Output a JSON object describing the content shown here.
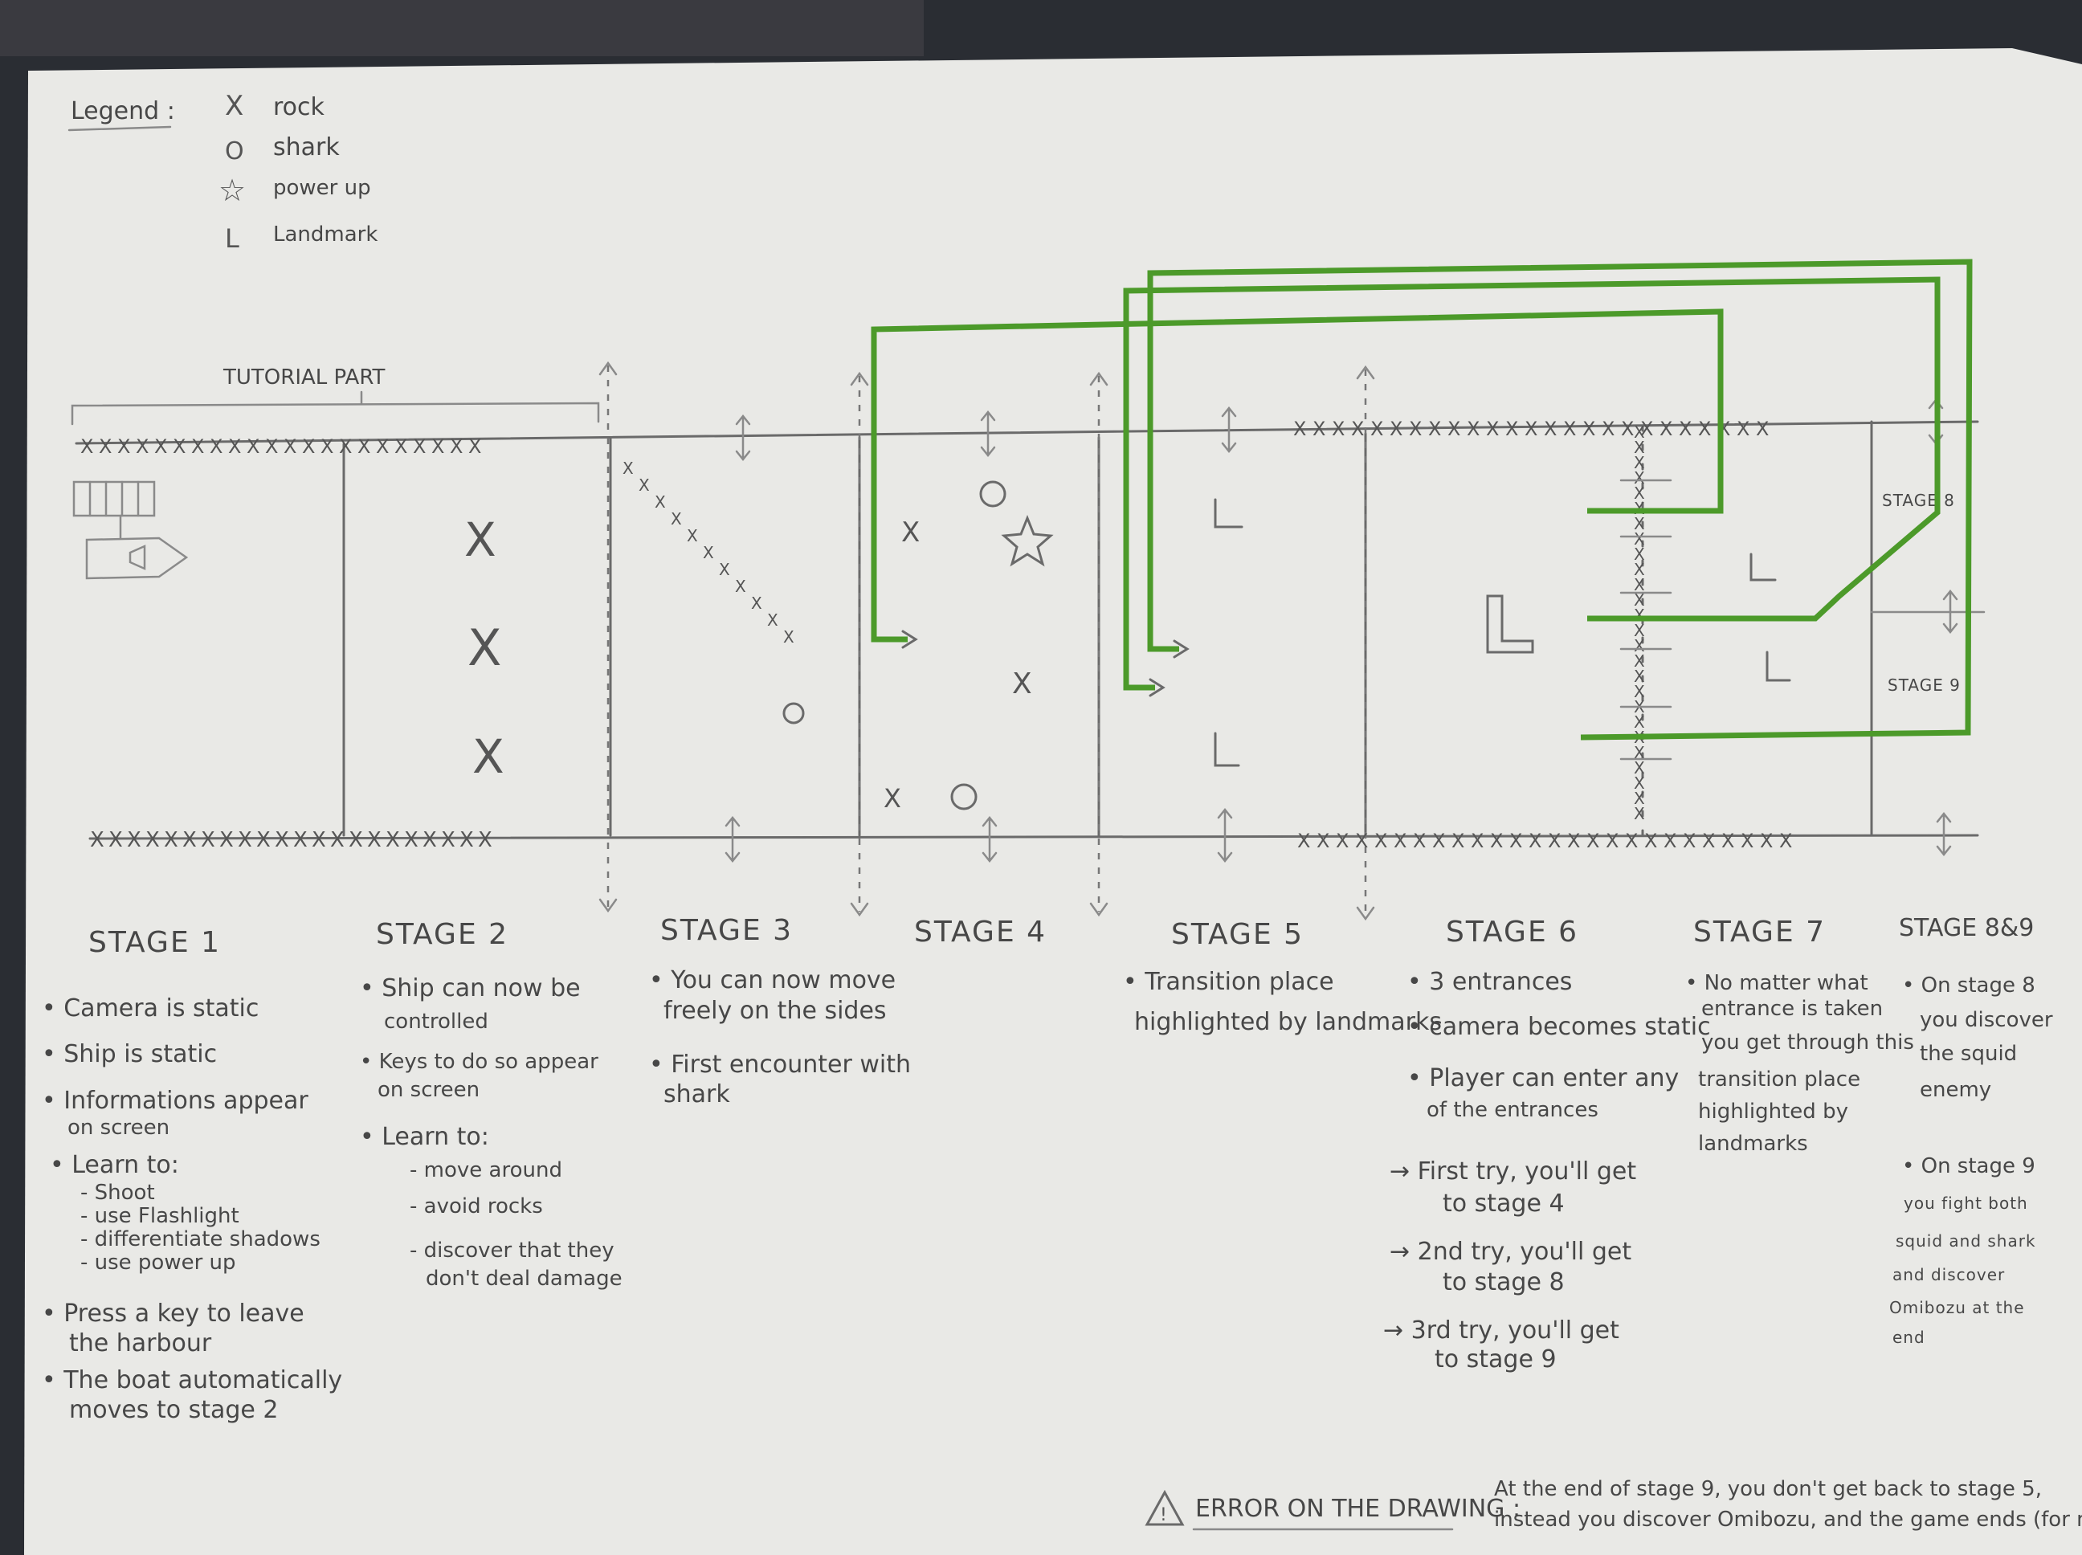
{
  "legend": {
    "title": "Legend :",
    "items": [
      {
        "symbol": "X",
        "label": "rock",
        "icon": "rock-icon"
      },
      {
        "symbol": "O",
        "label": "shark",
        "icon": "shark-icon"
      },
      {
        "symbol": "☆",
        "label": "power up",
        "icon": "power-up-icon"
      },
      {
        "symbol": "L",
        "label": "Landmark",
        "icon": "landmark-icon"
      }
    ]
  },
  "tutorial_label": "TUTORIAL PART",
  "map_labels": {
    "stage8": "STAGE 8",
    "stage9": "STAGE 9"
  },
  "stages": [
    {
      "title": "STAGE 1",
      "notes": [
        "• Camera is static",
        "• Ship is static",
        "• Informations appear",
        "on screen",
        "• Learn to:",
        "- Shoot",
        "- use Flashlight",
        "- differentiate shadows",
        "- use power up",
        "• Press a key to leave",
        "the harbour",
        "• The boat automatically",
        "moves to stage 2"
      ]
    },
    {
      "title": "STAGE 2",
      "notes": [
        "• Ship can now be",
        "controlled",
        "• Keys to do so appear",
        "on screen",
        "• Learn to:",
        "- move around",
        "- avoid rocks",
        "- discover that they",
        "don't deal damage"
      ]
    },
    {
      "title": "STAGE 3",
      "notes": [
        "• You can now move",
        "freely on the sides",
        "• First encounter with",
        "shark"
      ]
    },
    {
      "title": "STAGE 4",
      "notes": []
    },
    {
      "title": "STAGE 5",
      "notes": [
        "• Transition place",
        "highlighted by landmarks"
      ]
    },
    {
      "title": "STAGE 6",
      "notes": [
        "• 3 entrances",
        "• camera becomes static",
        "• Player can enter any",
        "of the entrances",
        "→ First try, you'll get",
        "to stage 4",
        "→ 2nd try, you'll get",
        "to stage 8",
        "→ 3rd try, you'll get",
        "to stage 9"
      ]
    },
    {
      "title": "STAGE 7",
      "notes": [
        "• No matter what",
        "entrance is taken",
        "you get through this",
        "transition place",
        "highlighted by",
        "landmarks"
      ]
    },
    {
      "title": "STAGE 8&9",
      "notes": [
        "• On stage 8",
        "you discover",
        "the squid",
        "enemy",
        "• On stage 9",
        "you fight both",
        "squid and shark",
        "and discover",
        "Omibozu at the",
        "end"
      ]
    }
  ],
  "error_note": {
    "title": "ERROR ON THE DRAWING :",
    "line1": "At the end of stage 9, you don't get back to stage 5,",
    "line2": "instead you discover Omibozu, and the game ends (for now)."
  },
  "colors": {
    "paper": "#e9e9e6",
    "pencil": "#6a6a6a",
    "path_green": "#4c9a2a"
  }
}
